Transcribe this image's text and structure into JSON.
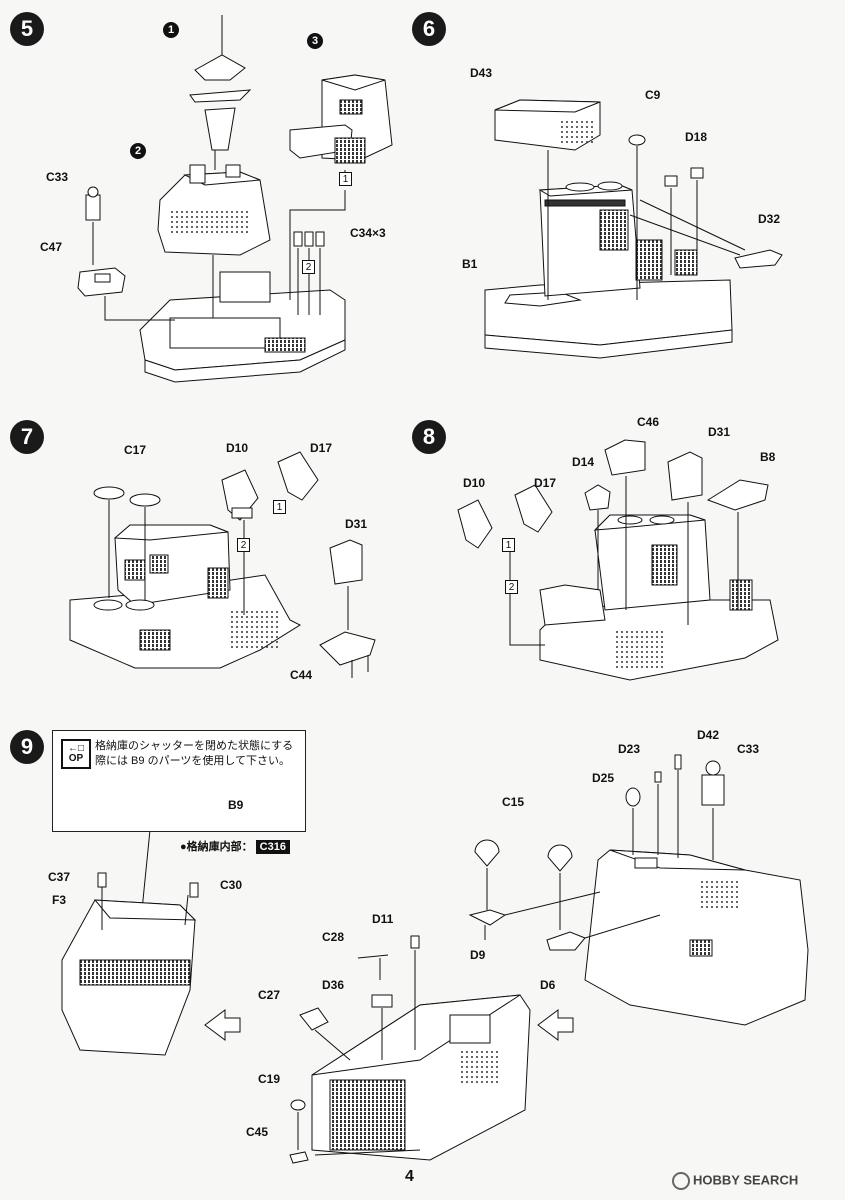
{
  "steps": [
    "5",
    "6",
    "7",
    "8",
    "9"
  ],
  "step5": {
    "sub_numbers": [
      "1",
      "2",
      "3"
    ],
    "parts": [
      "C33",
      "C47",
      "C34×3"
    ],
    "guides": [
      "1",
      "2"
    ]
  },
  "step6": {
    "parts": [
      "D43",
      "C9",
      "D18",
      "D32",
      "B1"
    ]
  },
  "step7": {
    "parts": [
      "C17",
      "D10",
      "D17",
      "D31",
      "C44"
    ],
    "guides": [
      "1",
      "2"
    ]
  },
  "step8": {
    "parts": [
      "C46",
      "D31",
      "D14",
      "B8",
      "D10",
      "D17"
    ],
    "guides": [
      "1",
      "2"
    ]
  },
  "step9": {
    "note_icon_top": "←□",
    "note_icon_bottom": "OP",
    "note_text": "格納庫のシャッターを閉めた状態にする際には B9 のパーツを使用して下さい。",
    "note_part": "B9",
    "inside_label": "●格納庫内部：",
    "inside_tag": "C316",
    "parts_left": [
      "C37",
      "C30",
      "F3"
    ],
    "parts_mid": [
      "D11",
      "C28",
      "D36",
      "C27",
      "C19",
      "C45"
    ],
    "parts_right": [
      "D23",
      "D42",
      "C33",
      "D25",
      "C15",
      "D9",
      "D6"
    ]
  },
  "page_number": "4",
  "credit": "HOBBY SEARCH",
  "colors": {
    "ink": "#111111",
    "paper": "#f7f7f5",
    "panel": "#ffffff",
    "grate": "#555555"
  }
}
